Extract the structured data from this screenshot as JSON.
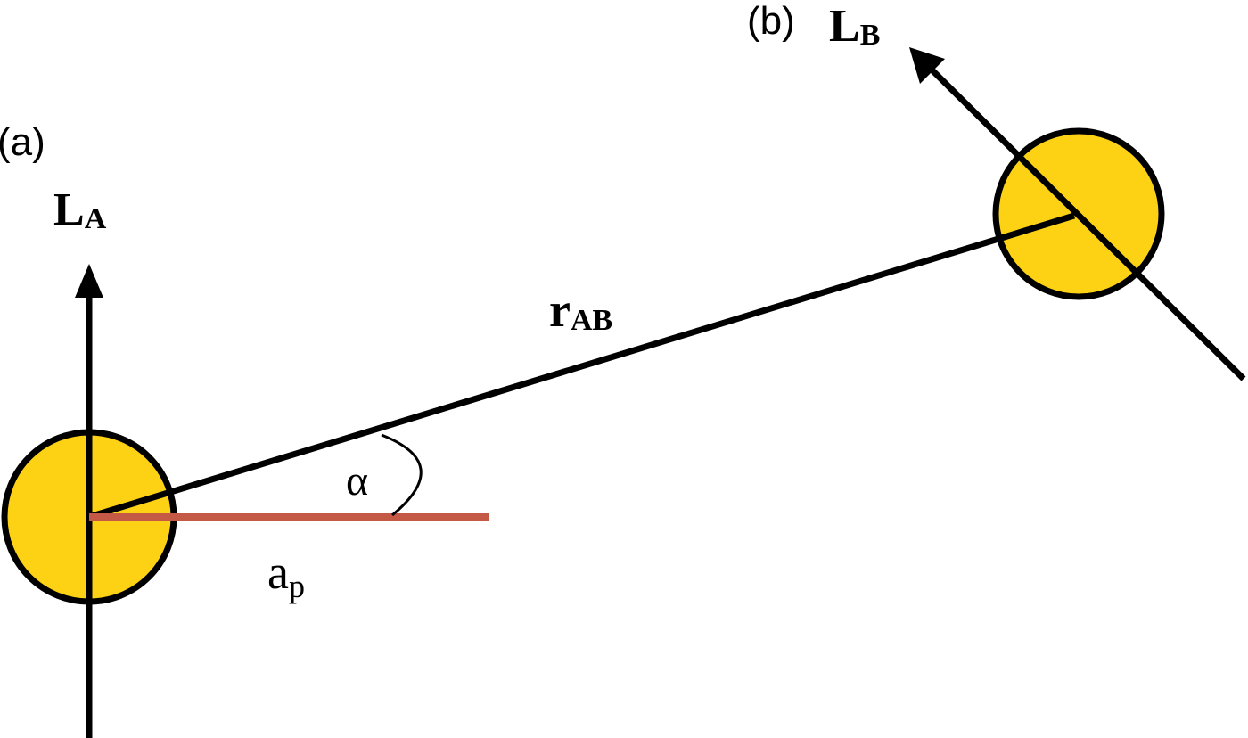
{
  "labels": {
    "panel_a": "(a)",
    "panel_b": "(b)",
    "L_A_main": "L",
    "L_A_sub": "A",
    "L_B_main": "L",
    "L_B_sub": "B",
    "r_AB_main": "r",
    "r_AB_sub": "AB",
    "alpha": "α",
    "a_p_main": "a",
    "a_p_sub": "p"
  },
  "colors": {
    "sphere_fill": "#FDD215",
    "outline": "#000000",
    "a_p_line": "#C45A45"
  }
}
